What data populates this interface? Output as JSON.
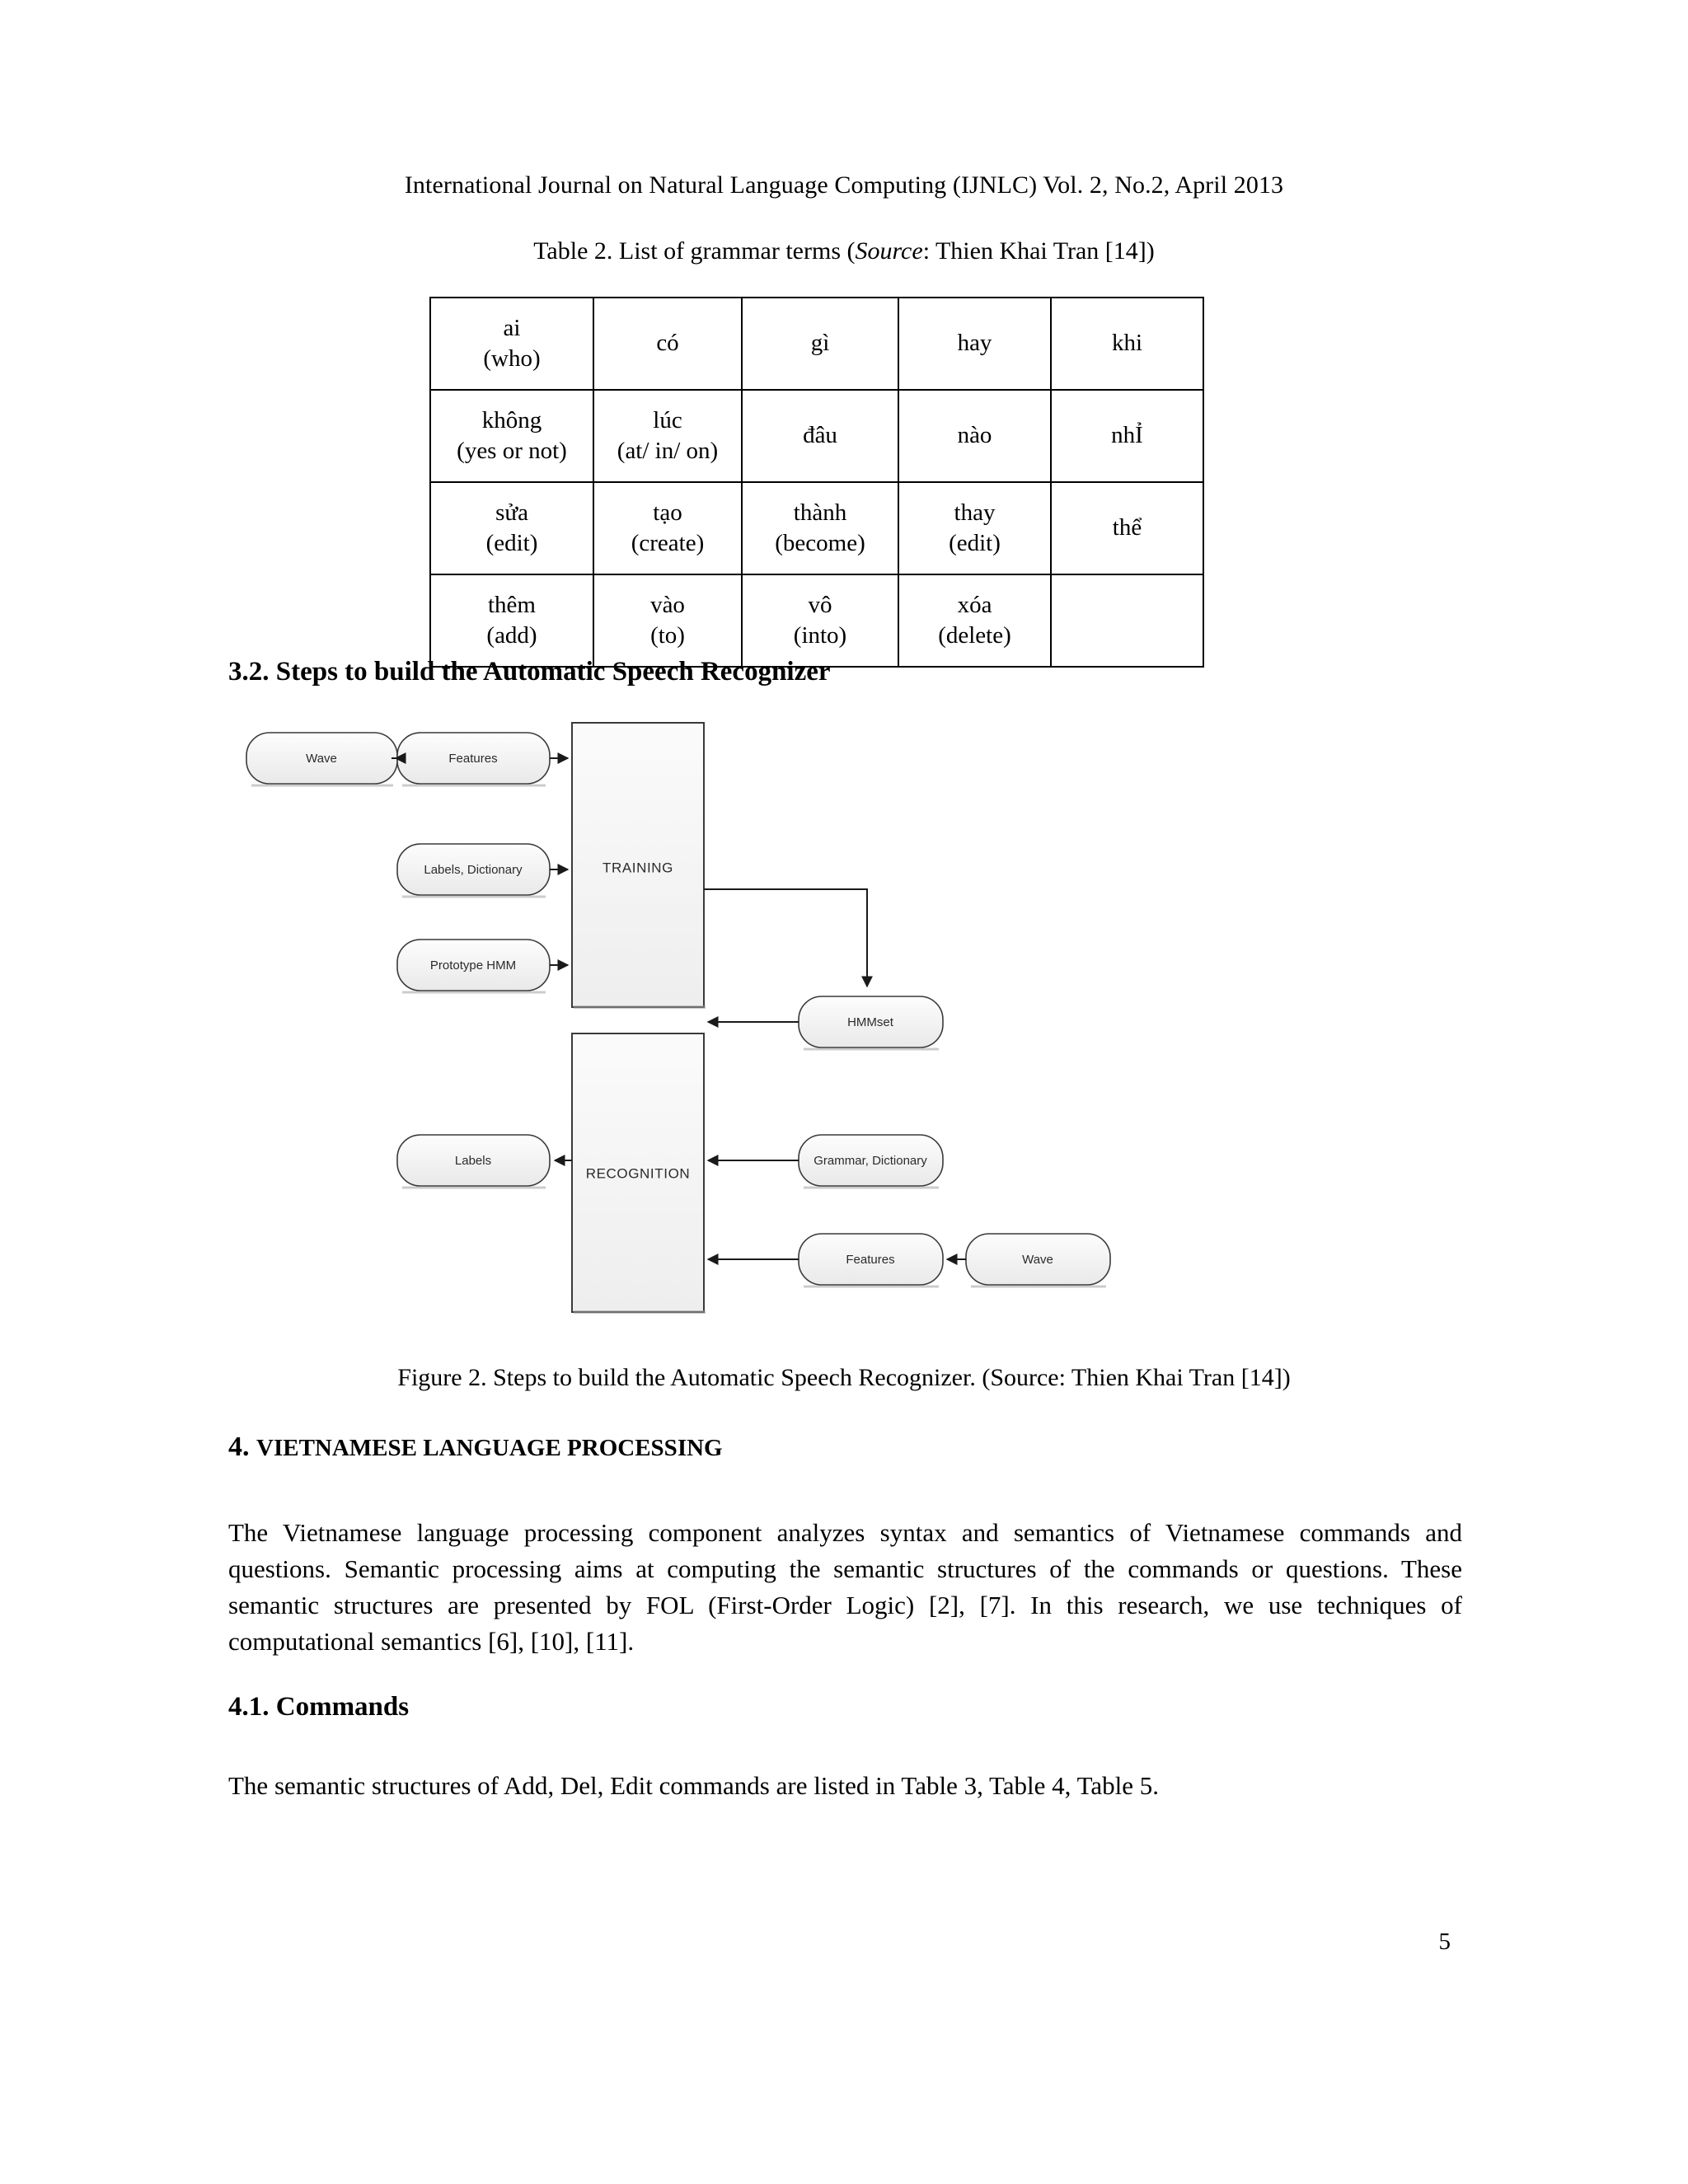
{
  "running_head": "International Journal on Natural Language Computing (IJNLC) Vol. 2, No.2, April 2013",
  "table2": {
    "caption_prefix": "Table 2. List of grammar terms (",
    "caption_italic": "Source",
    "caption_suffix": ": Thien Khai Tran [14])",
    "rows": [
      [
        {
          "term": "ai",
          "gloss": "(who)"
        },
        {
          "term": "có",
          "gloss": ""
        },
        {
          "term": "gì",
          "gloss": ""
        },
        {
          "term": "hay",
          "gloss": ""
        },
        {
          "term": "khi",
          "gloss": ""
        }
      ],
      [
        {
          "term": "không",
          "gloss": "(yes or not)"
        },
        {
          "term": "lúc",
          "gloss": "(at/ in/ on)"
        },
        {
          "term": "đâu",
          "gloss": ""
        },
        {
          "term": "nào",
          "gloss": ""
        },
        {
          "term": "nhỈ",
          "gloss": ""
        }
      ],
      [
        {
          "term": "sửa",
          "gloss": "(edit)"
        },
        {
          "term": "tạo",
          "gloss": "(create)"
        },
        {
          "term": "thành",
          "gloss": "(become)"
        },
        {
          "term": "thay",
          "gloss": "(edit)"
        },
        {
          "term": "thể",
          "gloss": ""
        }
      ],
      [
        {
          "term": "thêm",
          "gloss": "(add)"
        },
        {
          "term": "vào",
          "gloss": "(to)"
        },
        {
          "term": "vô",
          "gloss": "(into)"
        },
        {
          "term": "xóa",
          "gloss": "(delete)"
        },
        {
          "term": "",
          "gloss": ""
        }
      ]
    ]
  },
  "heading_32": "3.2. Steps to build the Automatic Speech Recognizer",
  "figure2": {
    "caption": "Figure 2. Steps to build the Automatic Speech Recognizer. (Source: Thien Khai Tran [14])",
    "nodes": {
      "wave_top": "Wave",
      "features_top": "Features",
      "labels_dictionary": "Labels, Dictionary",
      "prototype_hmm": "Prototype HMM",
      "training": "TRAINING",
      "hmmset": "HMMset",
      "recognition": "RECOGNITION",
      "grammar_dictionary": "Grammar, Dictionary",
      "features_bottom": "Features",
      "wave_bottom": "Wave",
      "labels_out": "Labels"
    }
  },
  "heading_4": {
    "number": "4.",
    "title": "Vietnamese Language Processing"
  },
  "paragraph_intro": "The Vietnamese language processing component analyzes syntax and semantics of Vietnamese commands and questions. Semantic processing aims at computing the semantic structures of the commands or questions. These semantic structures are presented by FOL (First-Order Logic) [2], [7]. In this research, we use techniques of computational semantics [6], [10], [11].",
  "heading_41": "4.1. Commands",
  "paragraph_commands": "The semantic structures of Add, Del, Edit commands are listed in Table 3, Table 4, Table 5.",
  "page_number": "5",
  "colors": {
    "text": "#000000",
    "node_border": "#3a3a3a",
    "node_fill_top": "#fcfcfc",
    "node_fill_bottom": "#ebebeb",
    "connector": "#1a1a1a"
  }
}
